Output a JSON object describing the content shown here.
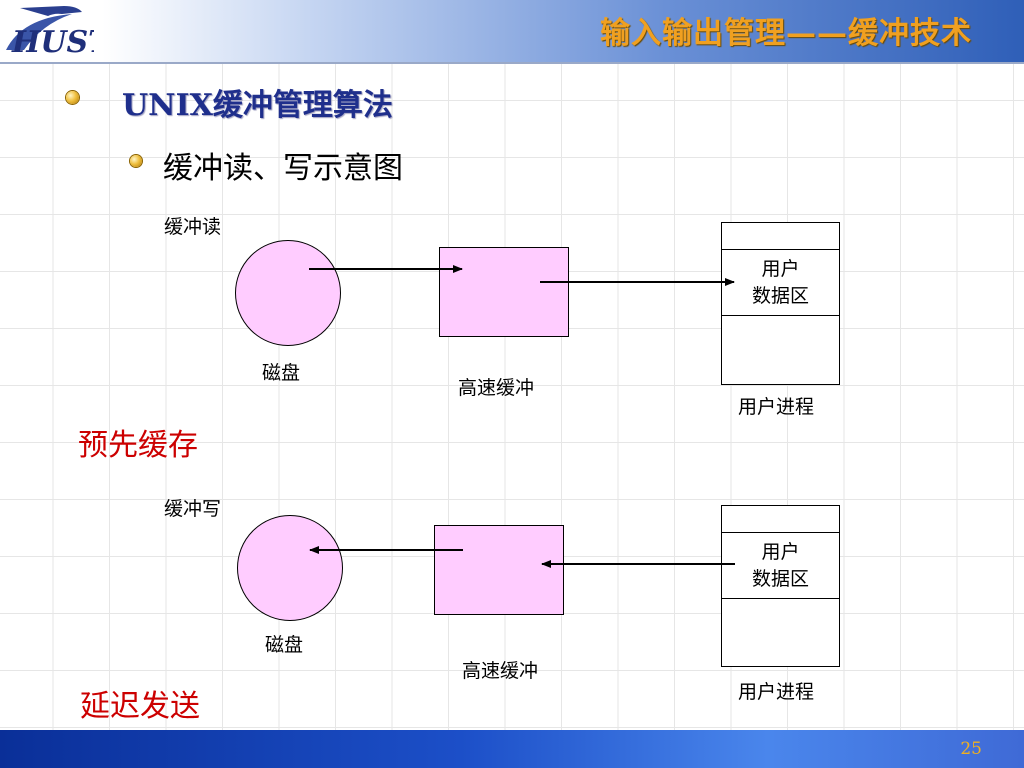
{
  "header": {
    "title": "输入输出管理——缓冲技术"
  },
  "heading": {
    "level1": "UNIX缓冲管理算法",
    "level2": "缓冲读、写示意图"
  },
  "read_diagram": {
    "caption": "缓冲读",
    "disk_label": "磁盘",
    "buffer_label": "高速缓冲",
    "user_area_line1": "用户",
    "user_area_line2": "数据区",
    "process_label": "用户进程",
    "note": "预先缓存"
  },
  "write_diagram": {
    "caption": "缓冲写",
    "disk_label": "磁盘",
    "buffer_label": "高速缓冲",
    "user_area_line1": "用户",
    "user_area_line2": "数据区",
    "process_label": "用户进程",
    "note": "延迟发送"
  },
  "footer": {
    "page_number": "25"
  },
  "colors": {
    "title": "#f0a020",
    "heading": "#1f2f8c",
    "shape_fill": "#ffccff",
    "note": "#cc0000"
  }
}
